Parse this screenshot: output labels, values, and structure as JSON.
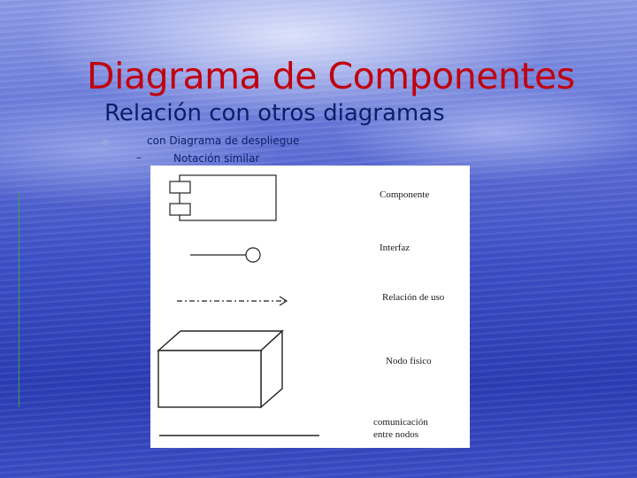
{
  "slide": {
    "title": "Diagrama de Componentes",
    "subtitle": "Relación con otros diagramas",
    "bullet": "con Diagrama de despliegue",
    "sub_dash": "–",
    "sub_bullet": "Notación similar"
  },
  "legend": {
    "componente": "Componente",
    "interfaz": "Interfaz",
    "relacion_uso": "Relación de uso",
    "nodo_fisico": "Nodo físico",
    "comunicacion_line1": "comunicación",
    "comunicacion_line2": "entre nodos"
  },
  "colors": {
    "title": "#c0000e",
    "subtitle": "#0a1f68",
    "accent_line": "#2fa84a"
  }
}
